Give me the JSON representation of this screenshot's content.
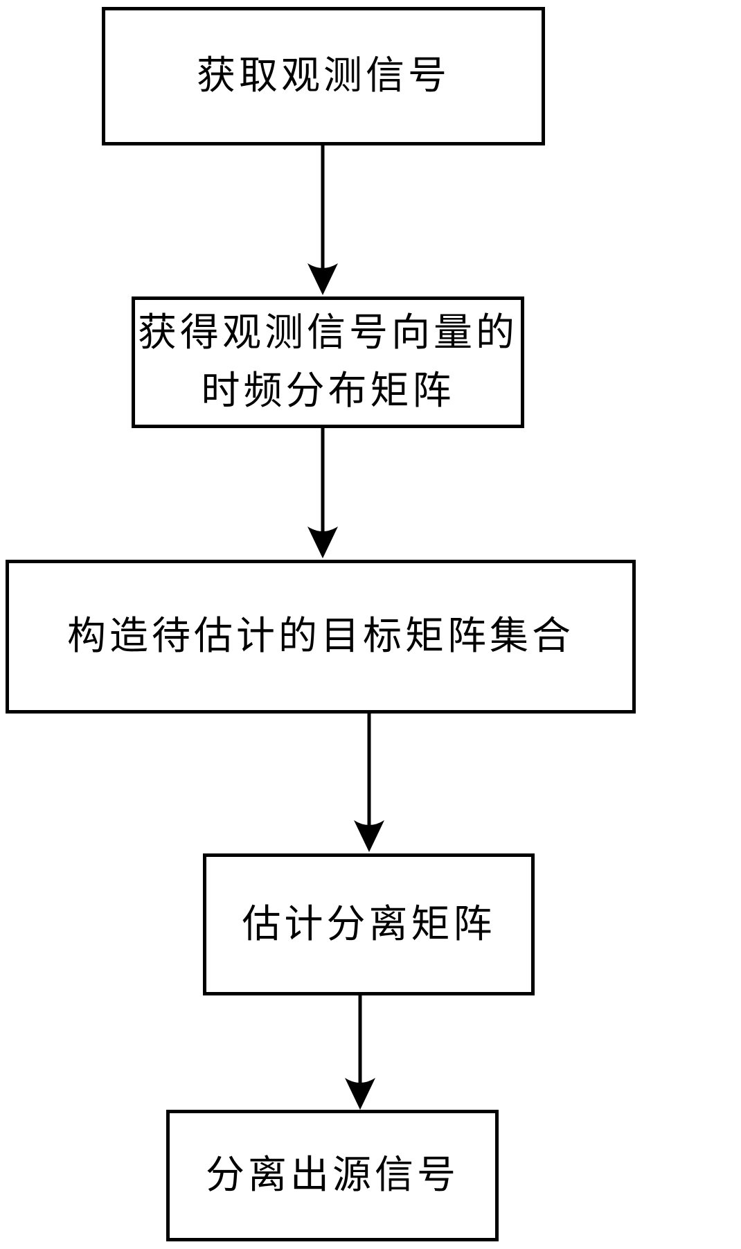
{
  "figure": {
    "background_color": "#ffffff",
    "stroke_color": "#000000",
    "text_color": "#000000"
  },
  "flowchart": {
    "type": "vertical-flow",
    "steps": [
      {
        "name": "acquire-observation-signal",
        "line1": "获取观测信号"
      },
      {
        "name": "obtain-tf-distribution-matrix",
        "line1": "获得观测信号向量的",
        "line2": "时频分布矩阵"
      },
      {
        "name": "construct-target-matrix-set",
        "line1": "构造待估计的目标矩阵集合"
      },
      {
        "name": "estimate-separation-matrix",
        "line1": "估计分离矩阵"
      },
      {
        "name": "separate-source-signals",
        "line1": "分离出源信号"
      }
    ],
    "connections": [
      {
        "from": "acquire-observation-signal",
        "to": "obtain-tf-distribution-matrix"
      },
      {
        "from": "obtain-tf-distribution-matrix",
        "to": "construct-target-matrix-set"
      },
      {
        "from": "construct-target-matrix-set",
        "to": "estimate-separation-matrix"
      },
      {
        "from": "estimate-separation-matrix",
        "to": "separate-source-signals"
      }
    ]
  }
}
